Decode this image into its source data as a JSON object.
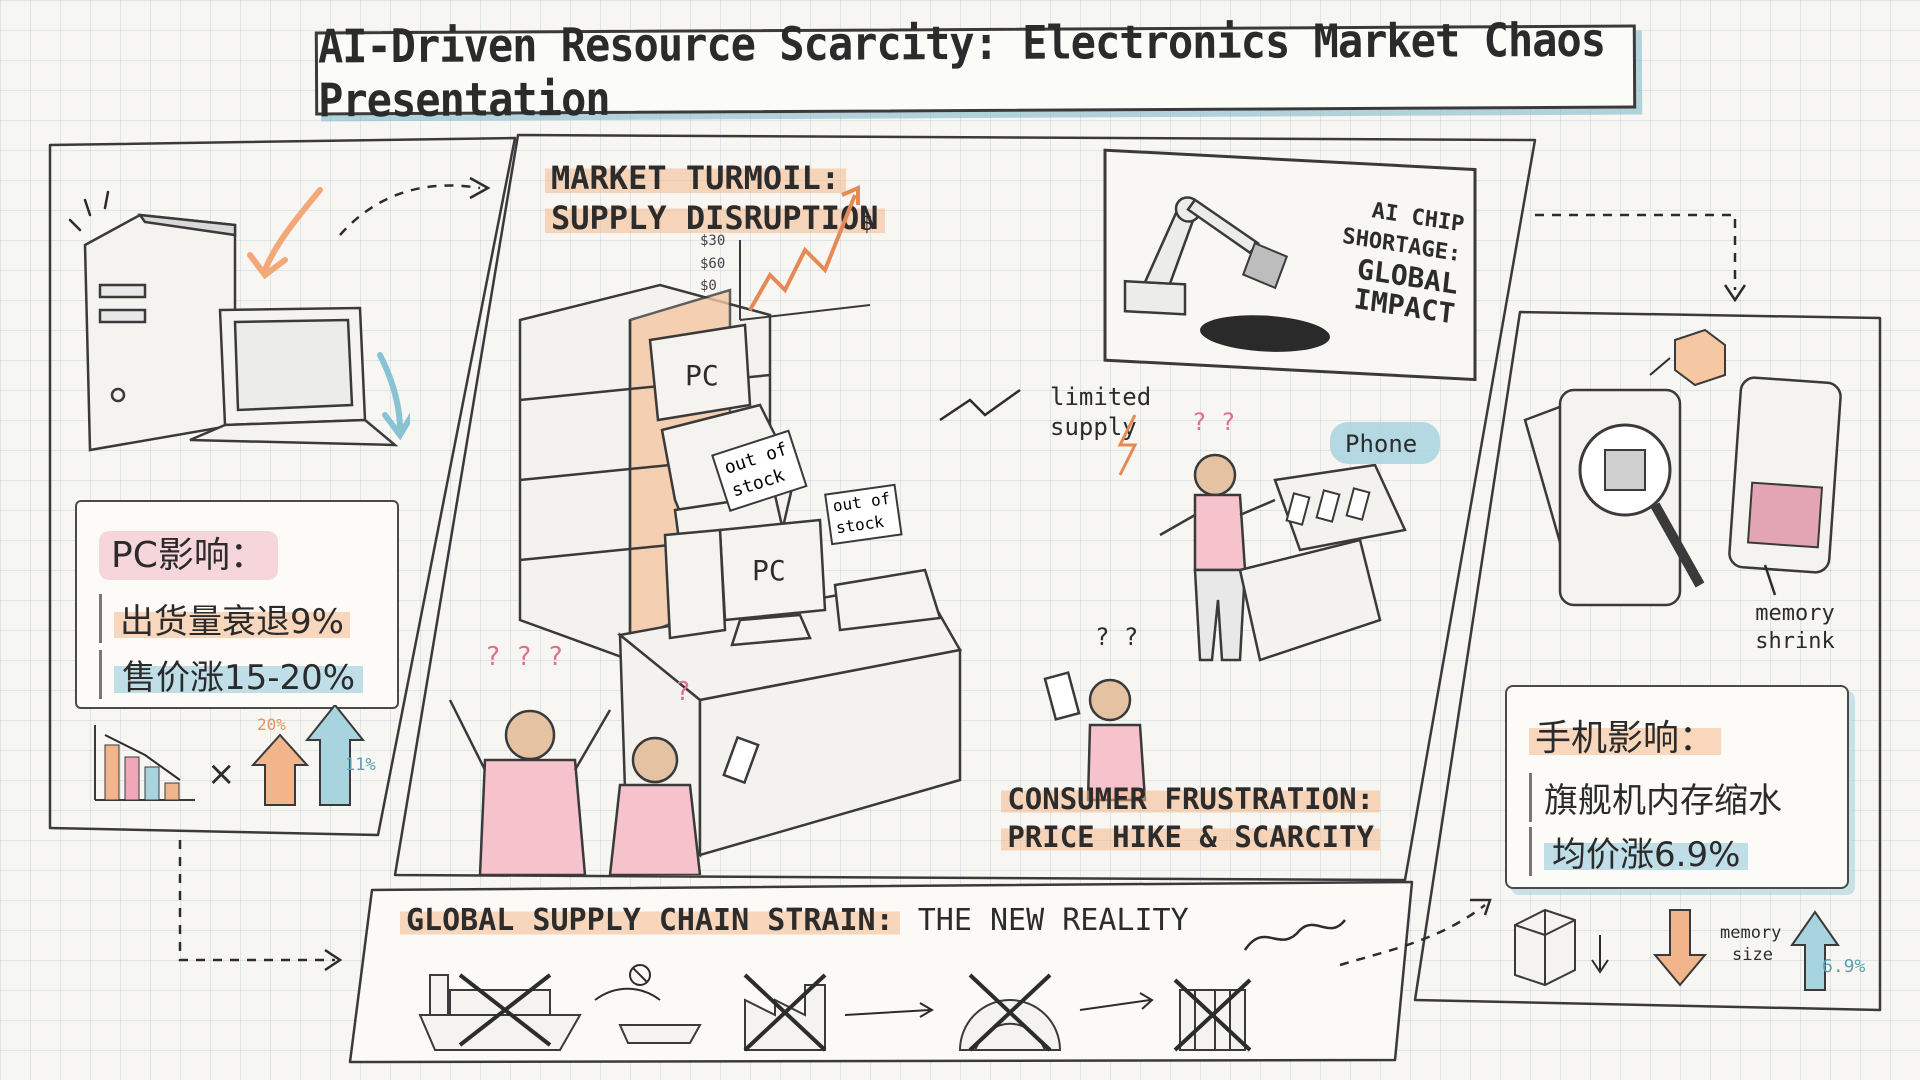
{
  "title": "AI-Driven Resource Scarcity: Electronics Market Chaos Presentation",
  "market": {
    "heading_line1": "MARKET TURMOIL:",
    "heading_line2": "SUPPLY DISRUPTION",
    "chart_labels": [
      "$30",
      "$60",
      "$0"
    ],
    "dollar": "$",
    "limited_line1": "limited",
    "limited_line2": "supply",
    "pc_label": "PC",
    "out_of_stock_line1": "out of",
    "out_of_stock_line2": "stock",
    "phone_label": "Phone"
  },
  "billboard": {
    "line1": "AI CHIP SHORTAGE:",
    "line2": "GLOBAL",
    "line3": "IMPACT"
  },
  "consumer": {
    "line1": "CONSUMER FRUSTRATION:",
    "line2": "PRICE HIKE & SCARCITY"
  },
  "pc_panel": {
    "title": "PC影响：",
    "stat1": "出货量衰退9%",
    "stat2": "售价涨15-20%",
    "pct_small": "20%",
    "pct_right": "11%",
    "times": "×"
  },
  "phone_panel": {
    "memory_line1": "memory",
    "memory_line2": "shrink",
    "title": "手机影响：",
    "stat1": "旗舰机内存缩水",
    "stat2": "均价涨6.9%",
    "memory_size_line1": "memory",
    "memory_size_line2": "size",
    "pct": "6.9%"
  },
  "supply_chain": {
    "heading_bold": "GLOBAL SUPPLY CHAIN STRAIN:",
    "heading_rest": " THE NEW REALITY"
  },
  "colors": {
    "orange": "#f2b48a",
    "pink": "#f0a8b8",
    "blue": "#a8d4e0",
    "ink": "#2c2c2c"
  },
  "icons": [
    "computer-tower-icon",
    "laptop-icon",
    "monitor-icon",
    "robot-arm-icon",
    "chip-icon",
    "smartphone-icon",
    "magnifier-icon",
    "ship-icon",
    "factory-icon",
    "globe-icon",
    "building-icon",
    "cube-icon",
    "arrow-up-icon",
    "arrow-down-icon"
  ]
}
